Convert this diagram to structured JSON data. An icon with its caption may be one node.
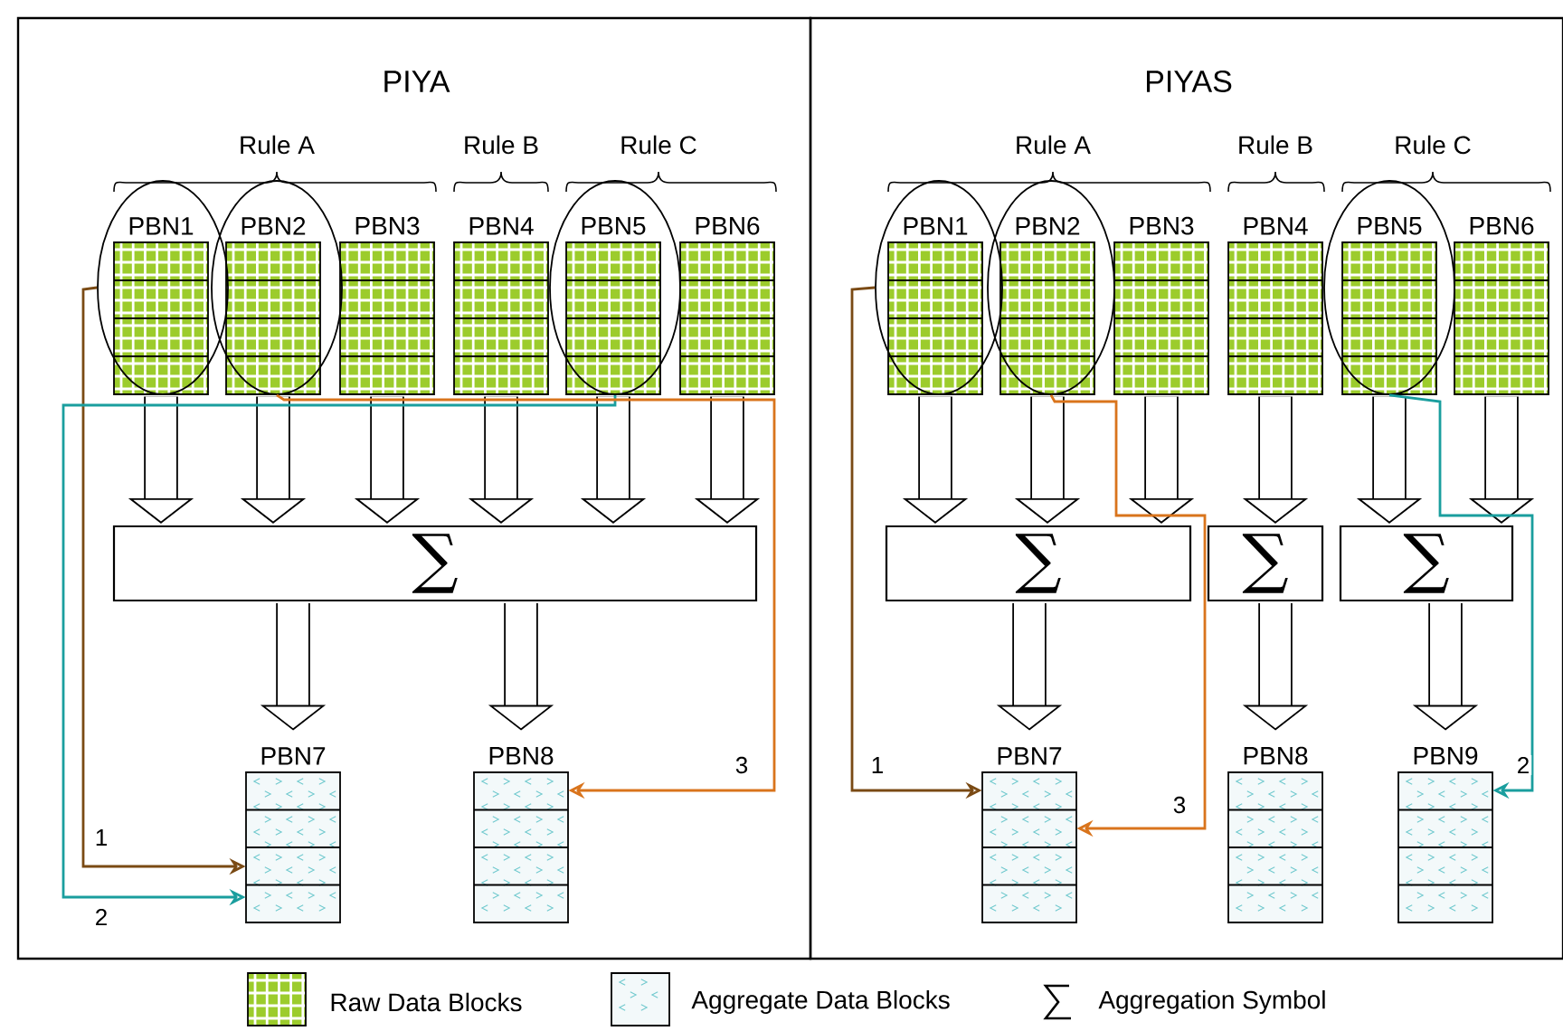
{
  "diagram": {
    "nodes": [
      {
        "text": [
          "PIYA"
        ]
      },
      {
        "text": [],
        "shape": "ellipse",
        "in": 0
      },
      {
        "text": [
          "PBN1"
        ],
        "in": 1
      },
      {
        "text": [],
        "shape": "ellipse",
        "in": 0
      },
      {
        "text": [
          "PBN2"
        ],
        "in": 3
      },
      {
        "text": [
          "PBN3"
        ],
        "in": 0
      },
      {
        "text": [
          "PBN4"
        ],
        "in": 0
      },
      {
        "text": [],
        "shape": "ellipse",
        "in": 0
      },
      {
        "text": [
          "PBN5"
        ],
        "in": 7
      },
      {
        "text": [
          "PBN6"
        ],
        "in": 0
      },
      {
        "text": [
          "∑"
        ],
        "in": 0
      },
      {
        "text": [
          "PBN7"
        ],
        "in": 0
      },
      {
        "text": [
          "PBN8"
        ],
        "in": 0
      },
      {
        "text": [
          "PIYAS"
        ]
      },
      {
        "text": [],
        "shape": "ellipse",
        "in": 13
      },
      {
        "text": [
          "PBN1"
        ],
        "in": 14
      },
      {
        "text": [],
        "shape": "ellipse",
        "in": 13
      },
      {
        "text": [
          "PBN2"
        ],
        "in": 16
      },
      {
        "text": [
          "PBN3"
        ],
        "in": 13
      },
      {
        "text": [
          "PBN4"
        ],
        "in": 13
      },
      {
        "text": [],
        "shape": "ellipse",
        "in": 13
      },
      {
        "text": [
          "PBN5"
        ],
        "in": 20
      },
      {
        "text": [
          "PBN6"
        ],
        "in": 13
      },
      {
        "text": [
          "∑"
        ],
        "in": 13
      },
      {
        "text": [
          "∑"
        ],
        "in": 13
      },
      {
        "text": [
          "∑"
        ],
        "in": 13
      },
      {
        "text": [
          "PBN7"
        ],
        "in": 13
      },
      {
        "text": [
          "PBN8"
        ],
        "in": 13
      },
      {
        "text": [
          "PBN9"
        ],
        "in": 13
      }
    ],
    "edges": [
      {
        "from": 2,
        "to": 10,
        "arrow": "to"
      },
      {
        "from": 4,
        "to": 10,
        "arrow": "to"
      },
      {
        "from": 5,
        "to": 10,
        "arrow": "to"
      },
      {
        "from": 6,
        "to": 10,
        "arrow": "to"
      },
      {
        "from": 8,
        "to": 10,
        "arrow": "to"
      },
      {
        "from": 9,
        "to": 10,
        "arrow": "to"
      },
      {
        "from": 10,
        "to": 11,
        "arrow": "to"
      },
      {
        "from": 10,
        "to": 12,
        "arrow": "to"
      },
      {
        "from": 1,
        "to": 11,
        "arrow": "to",
        "label": "1",
        "color": "#7a4a14"
      },
      {
        "from": 7,
        "to": 11,
        "arrow": "to",
        "label": "2",
        "color": "#1a9e9e"
      },
      {
        "from": 3,
        "to": 12,
        "arrow": "to",
        "label": "3",
        "color": "#d9741c"
      },
      {
        "from": 15,
        "to": 23,
        "arrow": "to"
      },
      {
        "from": 17,
        "to": 23,
        "arrow": "to"
      },
      {
        "from": 18,
        "to": 23,
        "arrow": "to"
      },
      {
        "from": 19,
        "to": 24,
        "arrow": "to"
      },
      {
        "from": 21,
        "to": 25,
        "arrow": "to"
      },
      {
        "from": 22,
        "to": 25,
        "arrow": "to"
      },
      {
        "from": 23,
        "to": 26,
        "arrow": "to"
      },
      {
        "from": 24,
        "to": 27,
        "arrow": "to"
      },
      {
        "from": 25,
        "to": 28,
        "arrow": "to"
      },
      {
        "from": 14,
        "to": 26,
        "arrow": "to",
        "label": "1",
        "color": "#7a4a14"
      },
      {
        "from": 16,
        "to": 26,
        "arrow": "to",
        "label": "3",
        "color": "#d9741c"
      },
      {
        "from": 20,
        "to": 28,
        "arrow": "to",
        "label": "2",
        "color": "#1a9e9e"
      }
    ],
    "labels": [
      "Rule A",
      "Rule B",
      "Rule C",
      "Rule A",
      "Rule B",
      "Rule C"
    ],
    "legend": [
      {
        "text": "Raw Data Blocks"
      },
      {
        "text": "Aggregate Data Blocks"
      },
      {
        "text": "Aggregation Symbol"
      }
    ]
  }
}
